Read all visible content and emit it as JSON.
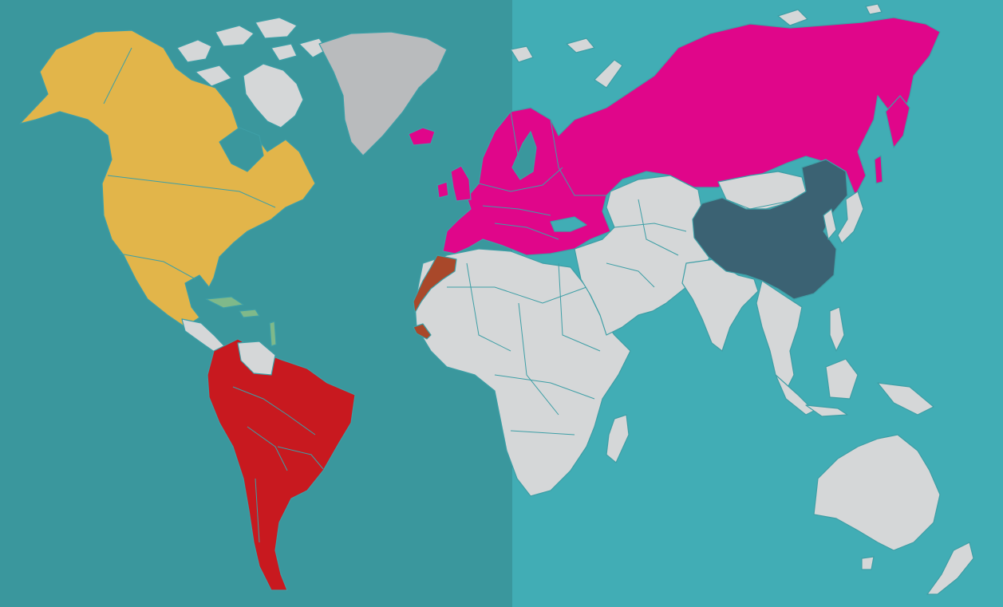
{
  "map": {
    "colors": {
      "ocean_left": "#3a979d",
      "ocean_right": "#41adb5",
      "border": "#3e9fa6",
      "north_america": "#e2b54a",
      "south_america": "#c8191f",
      "europe_russia": "#e0068a",
      "china": "#3b6273",
      "morocco_region": "#a9482a",
      "caribbean": "#7fb98a",
      "other_land": "#d5d7d8",
      "other_land_shaded": "#b9bbbd"
    },
    "highlighted_regions": [
      {
        "id": "north-america",
        "color": "#e2b54a"
      },
      {
        "id": "south-america",
        "color": "#c8191f"
      },
      {
        "id": "europe-russia",
        "color": "#e0068a"
      },
      {
        "id": "china",
        "color": "#3b6273"
      },
      {
        "id": "morocco-western-sahara",
        "color": "#a9482a"
      },
      {
        "id": "caribbean",
        "color": "#7fb98a"
      }
    ],
    "other_regions": [
      "greenland",
      "arctic-islands",
      "africa",
      "middle-east",
      "south-asia",
      "southeast-asia",
      "australia",
      "japan",
      "mongolia"
    ]
  }
}
